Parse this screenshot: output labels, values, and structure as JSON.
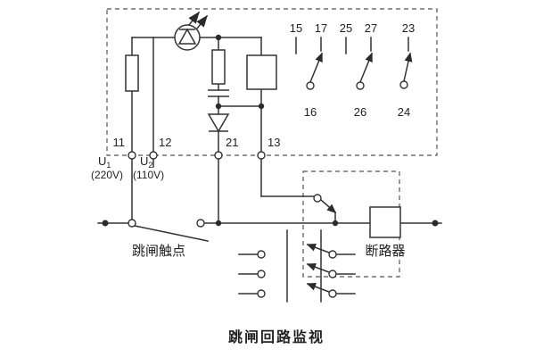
{
  "title": "跳闸回路监视",
  "diagram": {
    "trip_contact_label": "跳闸触点",
    "breaker_label": "断路器",
    "u1_base": "U",
    "u1_sub": "1",
    "u1_voltage": "(220V)",
    "u2_base": "U",
    "u2_sub": "2",
    "u2_voltage": "(110V)",
    "terminals": {
      "t11": "11",
      "t12": "12",
      "t21": "21",
      "t13": "13"
    },
    "contacts": {
      "c15": "15",
      "c17": "17",
      "c25": "25",
      "c27": "27",
      "c23": "23",
      "c16": "16",
      "c26": "26",
      "c24": "24"
    }
  },
  "colors": {
    "line": "#333333",
    "text": "#222222",
    "background": "#ffffff"
  }
}
